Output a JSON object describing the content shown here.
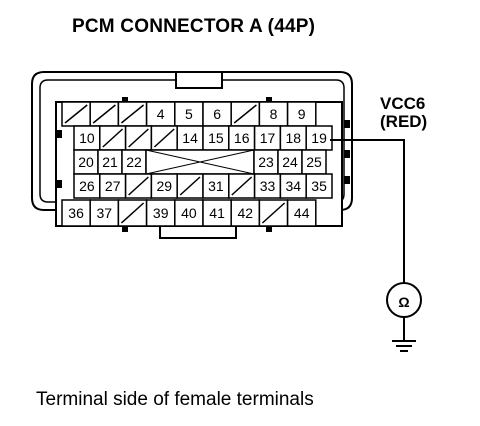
{
  "title": "PCM CONNECTOR A (44P)",
  "caption": "Terminal side of female terminals",
  "probe": {
    "name": "VCC6",
    "color": "(RED)",
    "terminal": "19",
    "meter": "ohmmeter-icon"
  },
  "connector": {
    "rows": [
      [
        "",
        "",
        "",
        "4",
        "5",
        "6",
        "",
        "8",
        "9"
      ],
      [
        "10",
        "",
        "",
        "",
        "14",
        "15",
        "16",
        "17",
        "18",
        "19"
      ],
      [
        "20",
        "21",
        "22",
        "X",
        "23",
        "24",
        "25"
      ],
      [
        "26",
        "27",
        "",
        "29",
        "",
        "31",
        "",
        "33",
        "34",
        "35"
      ],
      [
        "36",
        "37",
        "",
        "39",
        "40",
        "41",
        "42",
        "",
        "44"
      ]
    ]
  }
}
